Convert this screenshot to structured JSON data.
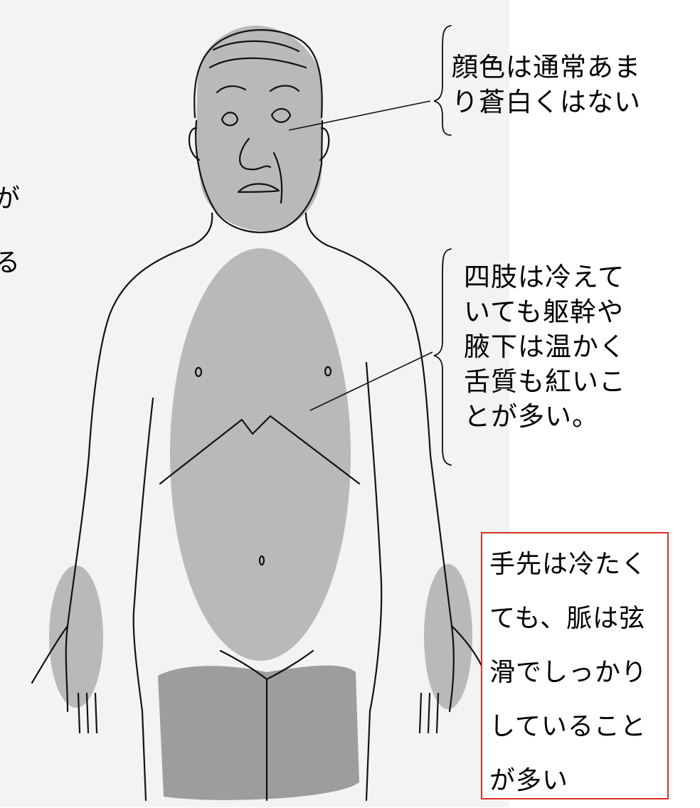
{
  "annotations": {
    "face": "顔色は通常あま\nり蒼白くはない",
    "trunk": "四肢は冷えて\nいても躯幹や\n腋下は温かく\n舌質も紅いこ\nとが多い。",
    "hands": "手先は冷たく\nても、脈は弦\n滑でしっかり\nしていること\nが多い"
  },
  "cut_off_left_text": [
    "が",
    "る"
  ],
  "colors": {
    "panel": "#f3f3f3",
    "shade": "#b9b9b9",
    "shade_dark": "#9d9d9d",
    "line": "#111111",
    "box_border": "#d93025"
  }
}
